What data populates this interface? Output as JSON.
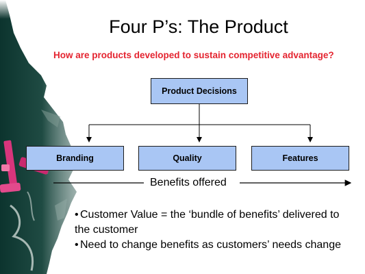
{
  "slide": {
    "title": "Four P’s: The Product",
    "subtitle": "How are products developed to sustain competitive advantage?"
  },
  "diagram": {
    "root": "Product Decisions",
    "children": [
      "Branding",
      "Quality",
      "Features"
    ],
    "axis_label": "Benefits offered"
  },
  "bullets": [
    "Customer Value = the ‘bundle of benefits’ delivered to the customer",
    "Need to change benefits as customers’ needs change"
  ],
  "colors": {
    "title": "#000000",
    "subtitle": "#e4232f",
    "box_fill": "#a9c6f4",
    "box_border": "#1b1b1b",
    "chalkboard": "#0f3b33",
    "chalk_pink": "#d8357c"
  }
}
